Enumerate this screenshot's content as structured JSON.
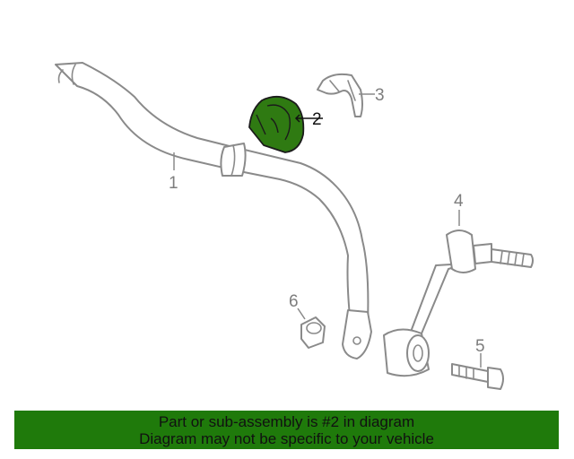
{
  "diagram": {
    "callouts": [
      "1",
      "2",
      "3",
      "4",
      "5",
      "6"
    ],
    "highlighted_part": "2"
  },
  "banner": {
    "line1": "Part or sub-assembly is #2 in diagram",
    "line2": "Diagram may not be specific to your vehicle",
    "background": "#1f7a0b"
  },
  "colors": {
    "highlight": "#2f7a12",
    "outline": "#8a8a8a"
  }
}
